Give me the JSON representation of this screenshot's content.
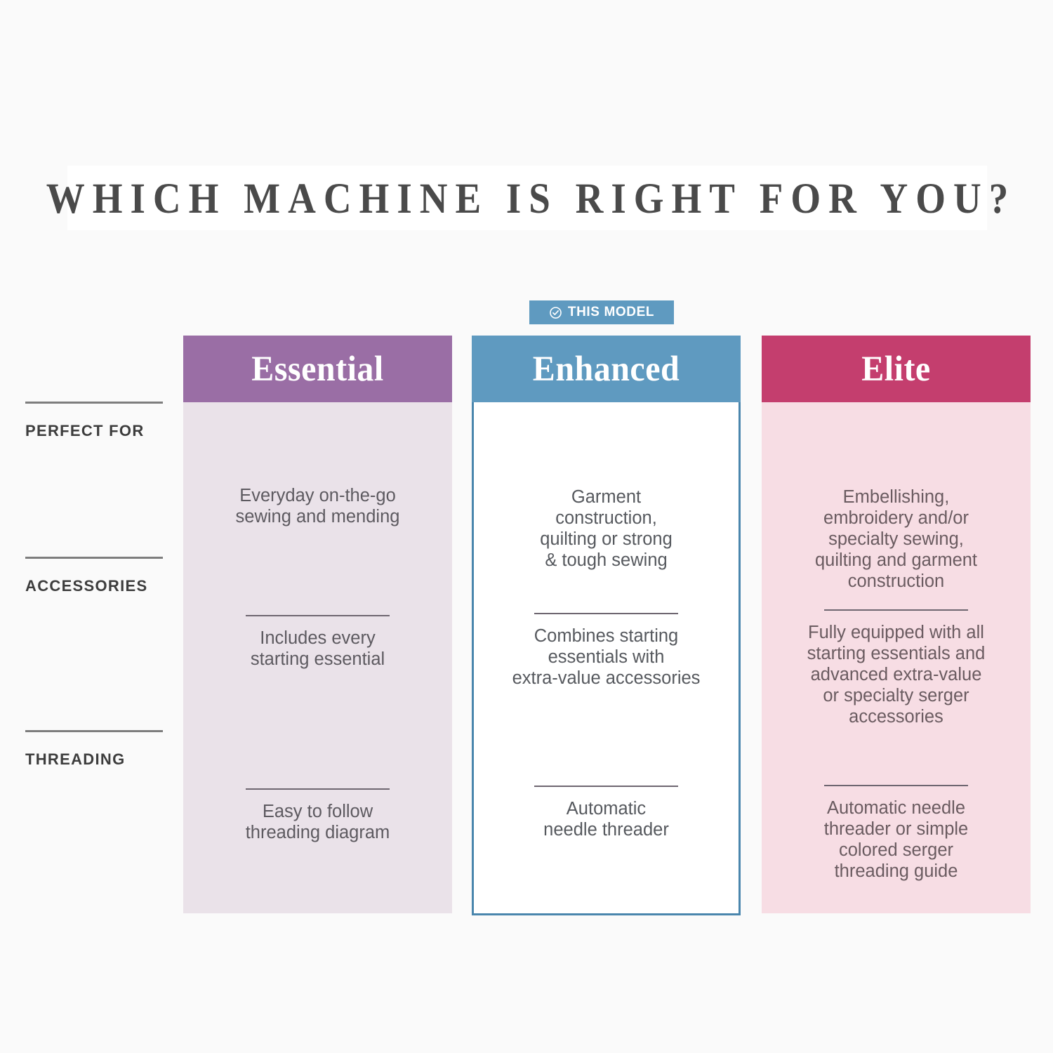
{
  "page": {
    "title": "WHICH MACHINE IS RIGHT FOR YOU?"
  },
  "badge": {
    "label": "THIS MODEL",
    "icon": "circle-check-icon",
    "color": "#5f9ac0",
    "applies_to": "Enhanced"
  },
  "row_labels": [
    {
      "label": "PERFECT FOR"
    },
    {
      "label": "ACCESSORIES"
    },
    {
      "label": "THREADING"
    }
  ],
  "columns": [
    {
      "name": "Essential",
      "header_color": "#9a6ea5",
      "body_color": "#eae2e9",
      "highlighted": false,
      "cells": [
        "Everyday on-the-go\nsewing and mending",
        "Includes every\nstarting essential",
        "Easy to follow\nthreading diagram"
      ]
    },
    {
      "name": "Enhanced",
      "header_color": "#5f9ac0",
      "body_color": "#ffffff",
      "border_color": "#4a86ad",
      "highlighted": true,
      "cells": [
        "Garment\nconstruction,\nquilting or strong\n& tough sewing",
        "Combines starting\nessentials with\nextra-value accessories",
        "Automatic\nneedle threader"
      ]
    },
    {
      "name": "Elite",
      "header_color": "#c43e6e",
      "body_color": "#f7dde4",
      "highlighted": false,
      "cells": [
        "Embellishing,\nembroidery and/or\nspecialty sewing,\nquilting and garment\nconstruction",
        "Fully equipped with all\nstarting essentials and\nadvanced extra-value\nor specialty serger\naccessories",
        "Automatic needle\nthreader or simple\ncolored serger\nthreading guide"
      ]
    }
  ]
}
